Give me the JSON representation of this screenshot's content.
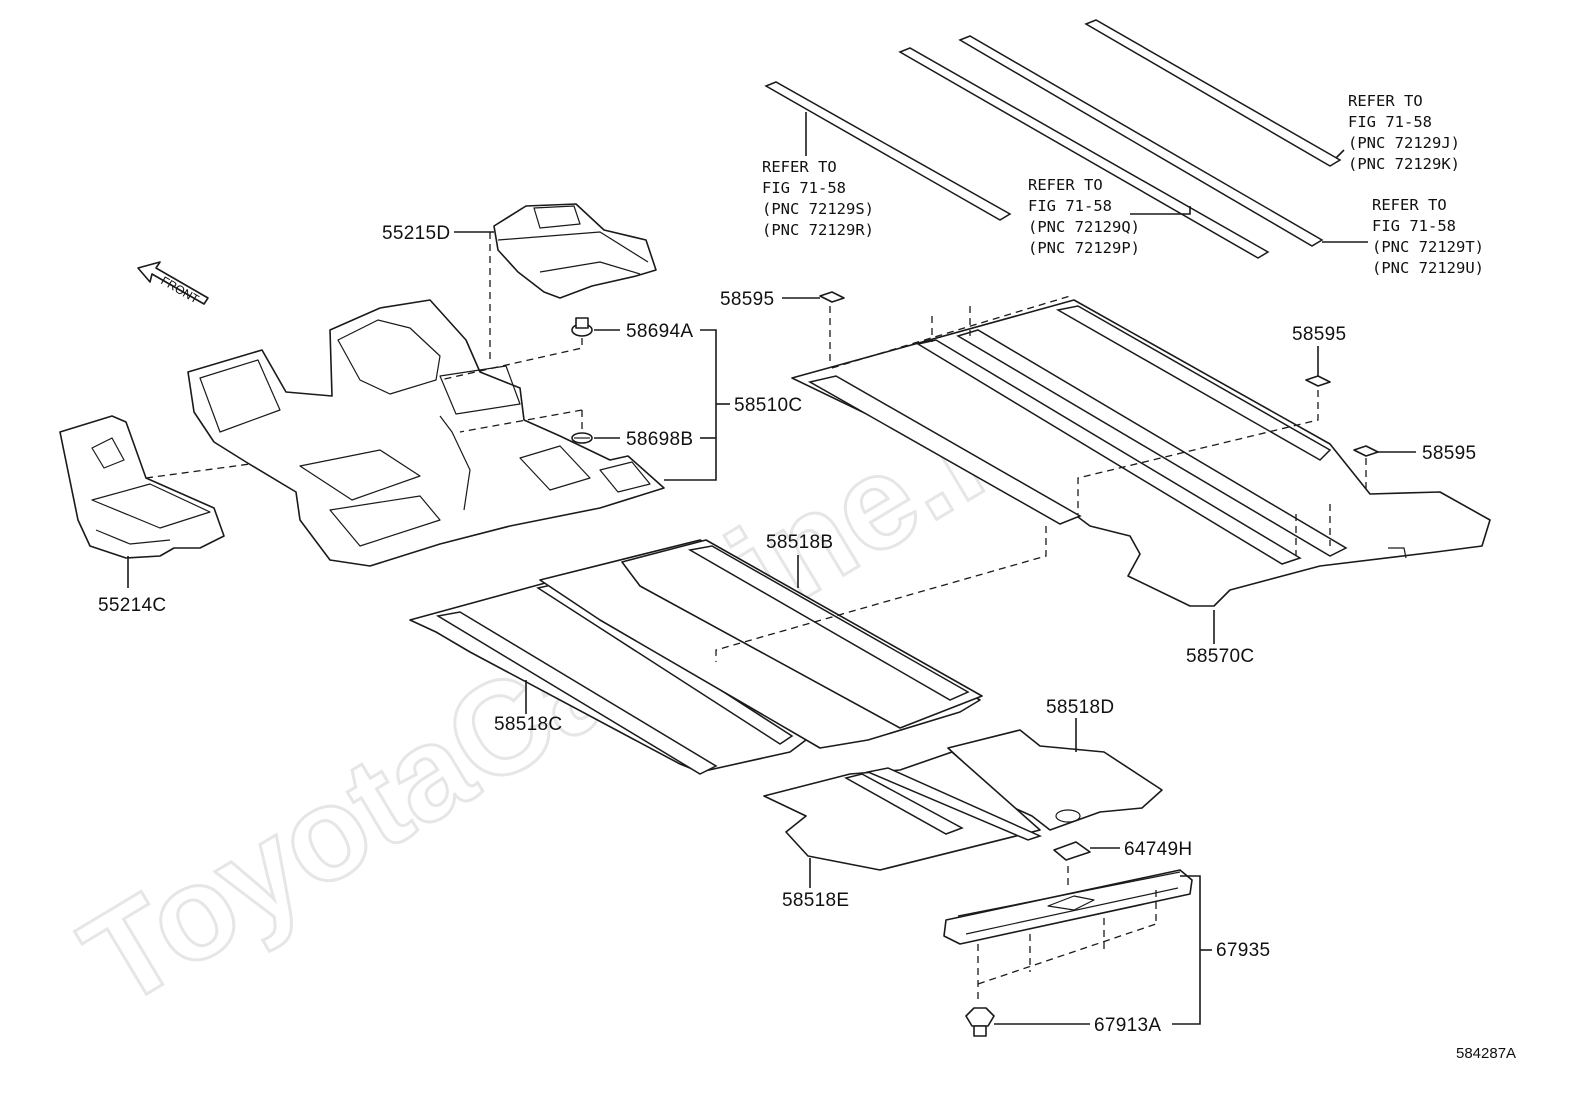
{
  "watermark": "ToyotaCarMine.ru",
  "direction_label": "FRONT",
  "figure_code": "584287A",
  "parts": {
    "p55215D": "55215D",
    "p58694A": "58694A",
    "p58698B": "58698B",
    "p58510C": "58510C",
    "p55214C": "55214C",
    "p58595_a": "58595",
    "p58595_b": "58595",
    "p58595_c": "58595",
    "p58518B": "58518B",
    "p58518C": "58518C",
    "p58518D": "58518D",
    "p58518E": "58518E",
    "p58570C": "58570C",
    "p64749H": "64749H",
    "p67935": "67935",
    "p67913A": "67913A"
  },
  "references": [
    {
      "lines": [
        "REFER TO",
        "FIG 71-58",
        "(PNC 72129S)",
        "(PNC 72129R)"
      ]
    },
    {
      "lines": [
        "REFER TO",
        "FIG 71-58",
        "(PNC 72129Q)",
        "(PNC 72129P)"
      ]
    },
    {
      "lines": [
        "REFER TO",
        "FIG 71-58",
        "(PNC 72129J)",
        "(PNC 72129K)"
      ]
    },
    {
      "lines": [
        "REFER TO",
        "FIG 71-58",
        "(PNC 72129T)",
        "(PNC 72129U)"
      ]
    }
  ],
  "colors": {
    "line": "#1a1a1a",
    "watermark": "#e6e6e6",
    "background": "#ffffff"
  }
}
